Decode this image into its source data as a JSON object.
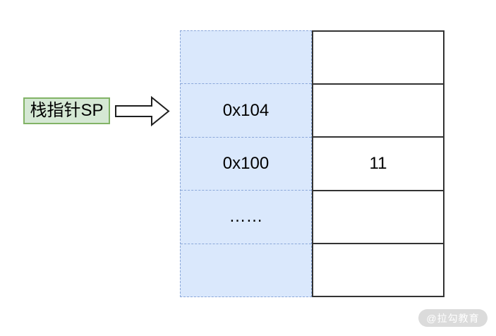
{
  "diagram": {
    "pointer": {
      "label": "栈指针SP"
    },
    "arrow_icon": "right-block-arrow-icon",
    "memory_table": {
      "address_column": {
        "cells": [
          "",
          "0x104",
          "0x100",
          "……",
          ""
        ]
      },
      "value_column": {
        "cells": [
          "",
          "",
          "11",
          "",
          ""
        ]
      }
    },
    "watermark": {
      "text": "@拉勾教育"
    },
    "colors": {
      "label_fill": "#d5e8d4",
      "label_stroke": "#82b366",
      "address_cell_fill": "#dae8fc",
      "address_cell_stroke": "#8aa7d9",
      "value_cell_stroke": "#333333",
      "arrow_stroke": "#1f1f1f",
      "arrow_fill": "#ffffff",
      "watermark_fill": "#dbdbdb",
      "watermark_text_color": "#ffffff",
      "text_color": "#000000",
      "background": "#ffffff"
    }
  }
}
